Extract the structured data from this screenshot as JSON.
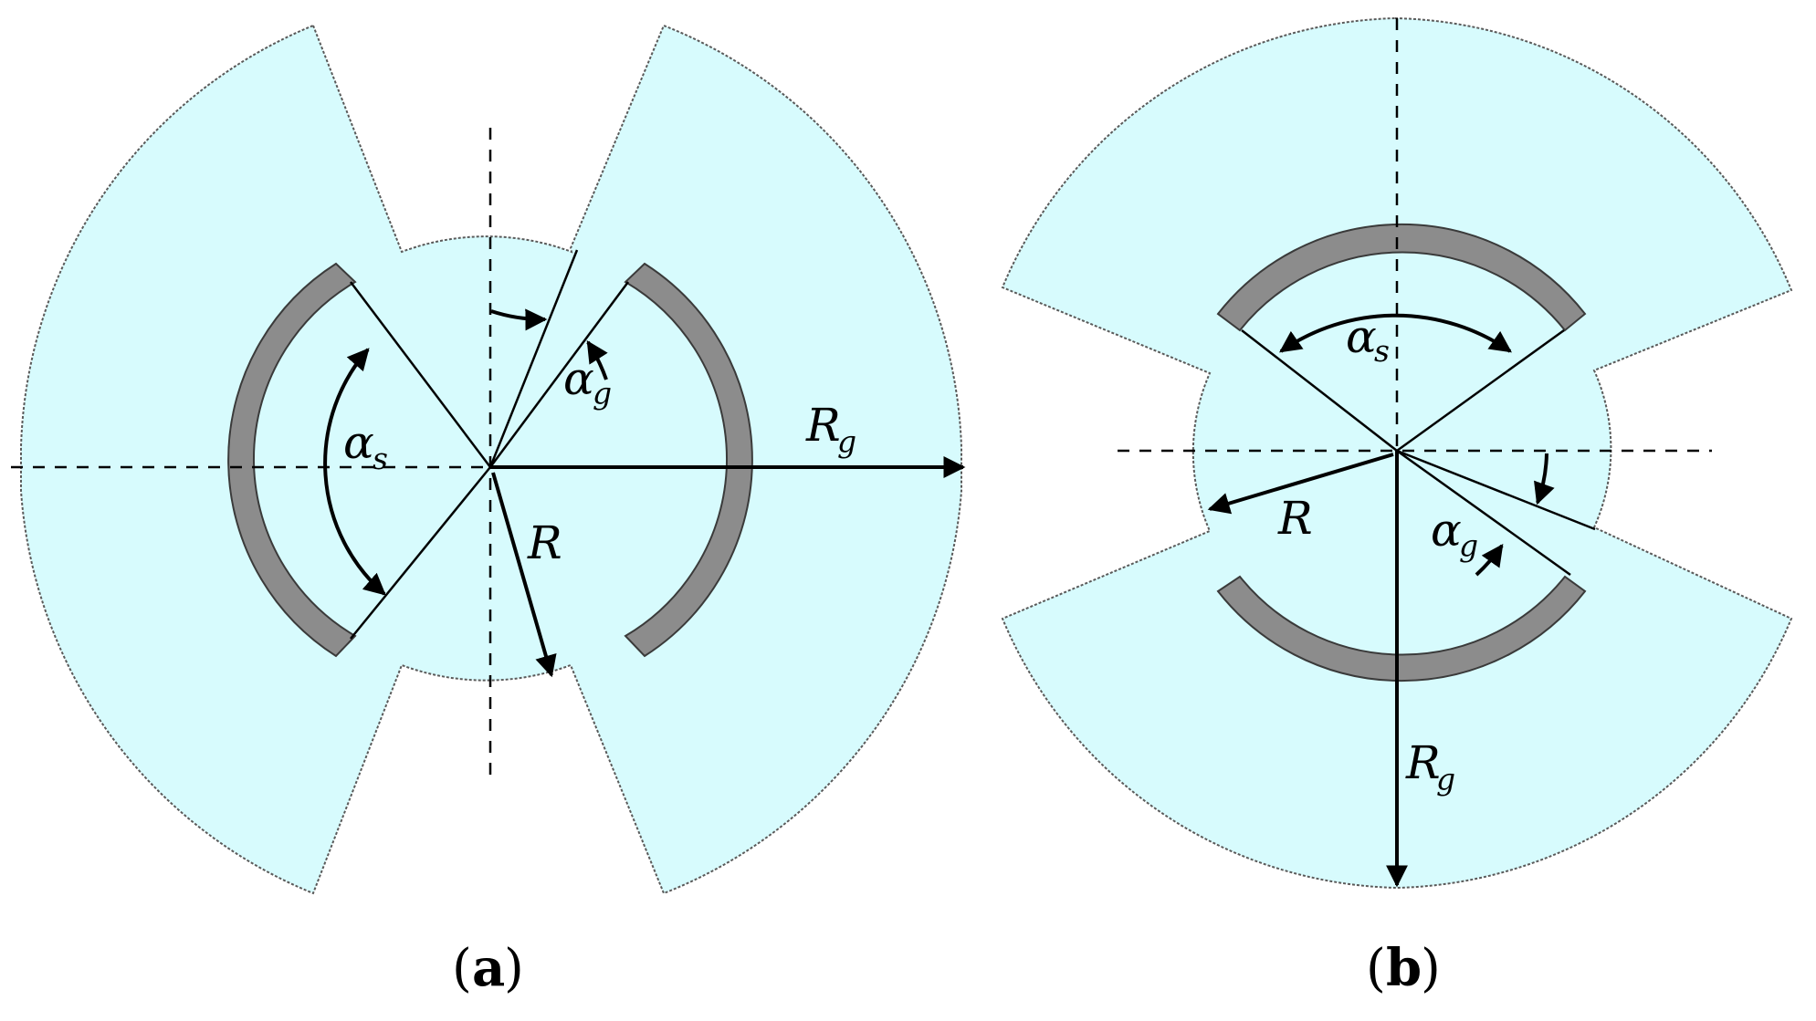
{
  "panel_a": {
    "caption_open": "(",
    "caption_letter": "a",
    "caption_close": ")",
    "alpha_s": "α",
    "alpha_s_sub": "s",
    "alpha_g": "α",
    "alpha_g_sub": "g",
    "r_label": "R",
    "rg_label": "R",
    "rg_sub": "g"
  },
  "panel_b": {
    "caption_open": "(",
    "caption_letter": "b",
    "caption_close": ")",
    "alpha_s": "α",
    "alpha_s_sub": "s",
    "alpha_g": "α",
    "alpha_g_sub": "g",
    "r_label": "R",
    "rg_label": "R",
    "rg_sub": "g"
  },
  "colors": {
    "region_fill": "#d7fbfd",
    "coil_fill": "#8c8c8c",
    "line": "#000000"
  }
}
